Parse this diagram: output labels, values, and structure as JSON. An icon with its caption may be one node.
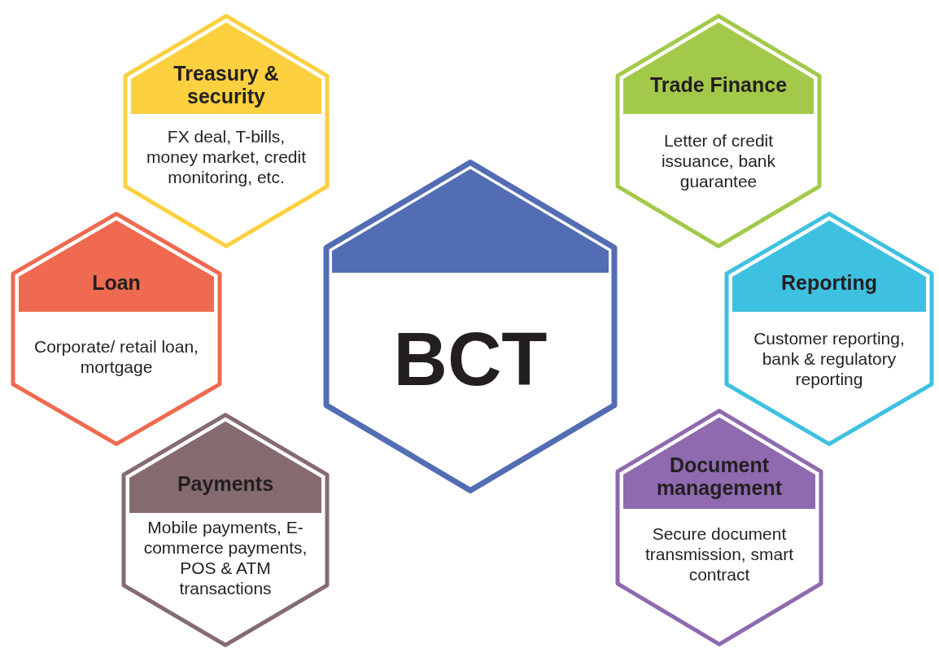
{
  "diagram": {
    "nodes": [
      {
        "text": [
          "Treasury & security",
          "FX deal, T-bills, money market, credit monitoring, etc."
        ]
      },
      {
        "text": [
          "Trade Finance",
          "Letter of credit issuance, bank guarantee"
        ]
      },
      {
        "text": [
          "Loan",
          "Corporate/ retail loan, mortgage"
        ]
      },
      {
        "text": [
          "BCT"
        ]
      },
      {
        "text": [
          "Reporting",
          "Customer reporting, bank & regulatory reporting"
        ]
      },
      {
        "text": [
          "Payments",
          "Mobile payments, E-commerce payments, POS & ATM transactions"
        ]
      },
      {
        "text": [
          "Document management",
          "Secure document transmission, smart contract"
        ]
      }
    ]
  }
}
